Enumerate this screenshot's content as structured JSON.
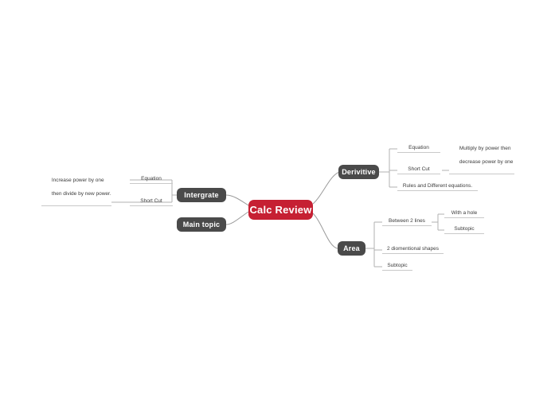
{
  "diagram": {
    "type": "mind-map",
    "colors": {
      "root_fill": "#c62033",
      "root_text": "#ffffff",
      "branch_fill": "#4a4a4a",
      "branch_text": "#ffffff",
      "connector": "#9a9a9a",
      "leaf_text": "#3c3c3c",
      "background": "#ffffff"
    },
    "root": {
      "label": "Calc Review"
    },
    "branches": {
      "intergrate": {
        "label": "Intergrate"
      },
      "main_topic": {
        "label": "Main topic"
      },
      "derivitive": {
        "label": "Derivitive"
      },
      "area": {
        "label": "Area"
      }
    },
    "topics": {
      "int_equation": "Equation",
      "int_shortcut": "Short Cut",
      "int_shortcut_detail_line1": "Increase power by one",
      "int_shortcut_detail_line2": "then divide by new power.",
      "der_equation": "Equation",
      "der_shortcut": "Short Cut",
      "der_shortcut_detail_line1": "Multiply by power then",
      "der_shortcut_detail_line2": "decrease power by one",
      "der_rules": "Rules and Different equations.",
      "area_between": "Between 2 lines",
      "area_with_hole": "With a hole",
      "area_subtopic_nested": "Subtopic",
      "area_2d_shapes": "2 diomentional shapes",
      "area_subtopic": "Subtopic"
    }
  }
}
